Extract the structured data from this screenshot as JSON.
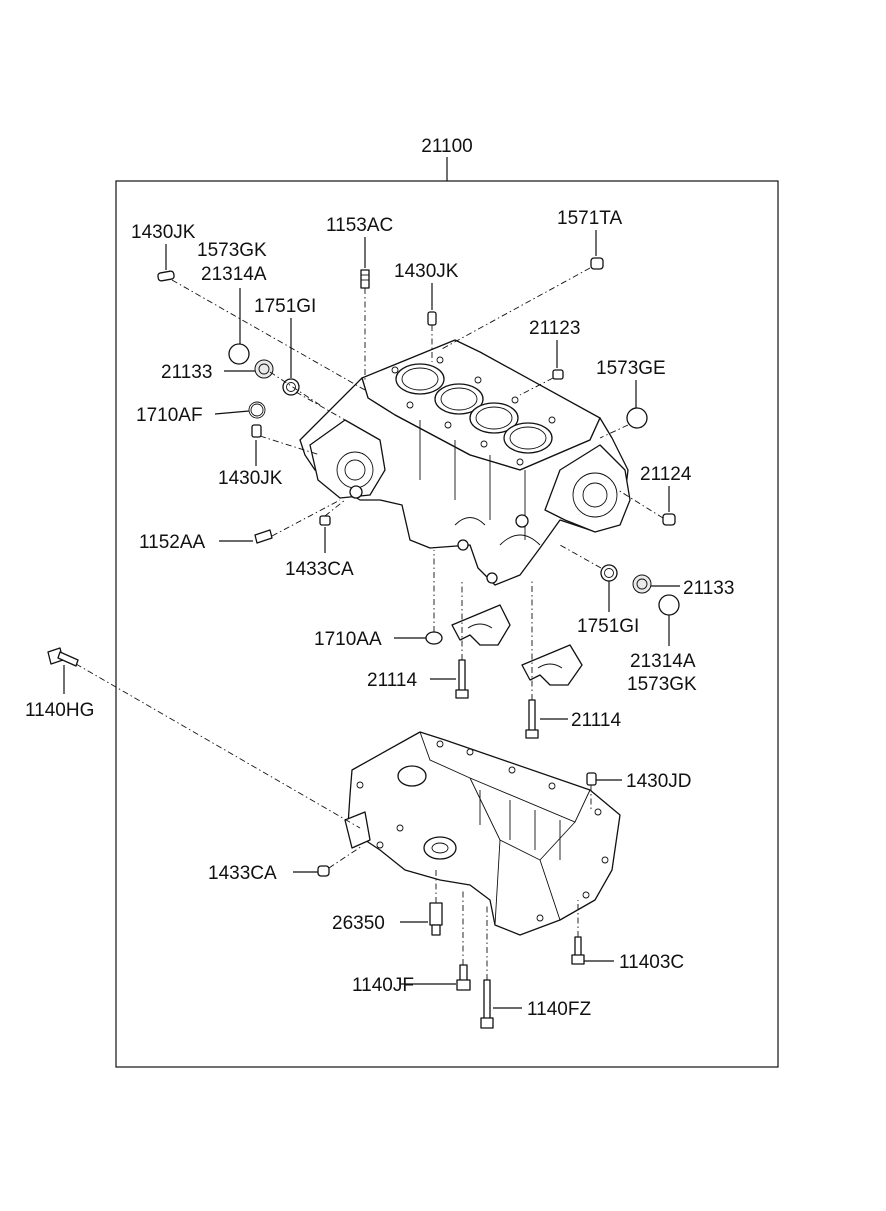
{
  "assembly": {
    "number": "21100"
  },
  "parts": {
    "p1430JK_a": "1430JK",
    "p1573GK_a": "1573GK",
    "p21314A_a": "21314A",
    "p1153AC": "1153AC",
    "p1430JK_b": "1430JK",
    "p1571TA": "1571TA",
    "p1751GI_a": "1751GI",
    "p21133_a": "21133",
    "p21123": "21123",
    "p1573GE": "1573GE",
    "p1710AF": "1710AF",
    "p1430JK_c": "1430JK",
    "p21124": "21124",
    "p1152AA": "1152AA",
    "p1433CA_a": "1433CA",
    "p21133_b": "21133",
    "p1751GI_b": "1751GI",
    "p1710AA": "1710AA",
    "p21314A_b": "21314A",
    "p1573GK_b": "1573GK",
    "p21114_a": "21114",
    "p21114_b": "21114",
    "p1140HG": "1140HG",
    "p1430JD": "1430JD",
    "p1433CA_b": "1433CA",
    "p26350": "26350",
    "p11403C": "11403C",
    "p1140JF": "1140JF",
    "p1140FZ": "1140FZ"
  }
}
